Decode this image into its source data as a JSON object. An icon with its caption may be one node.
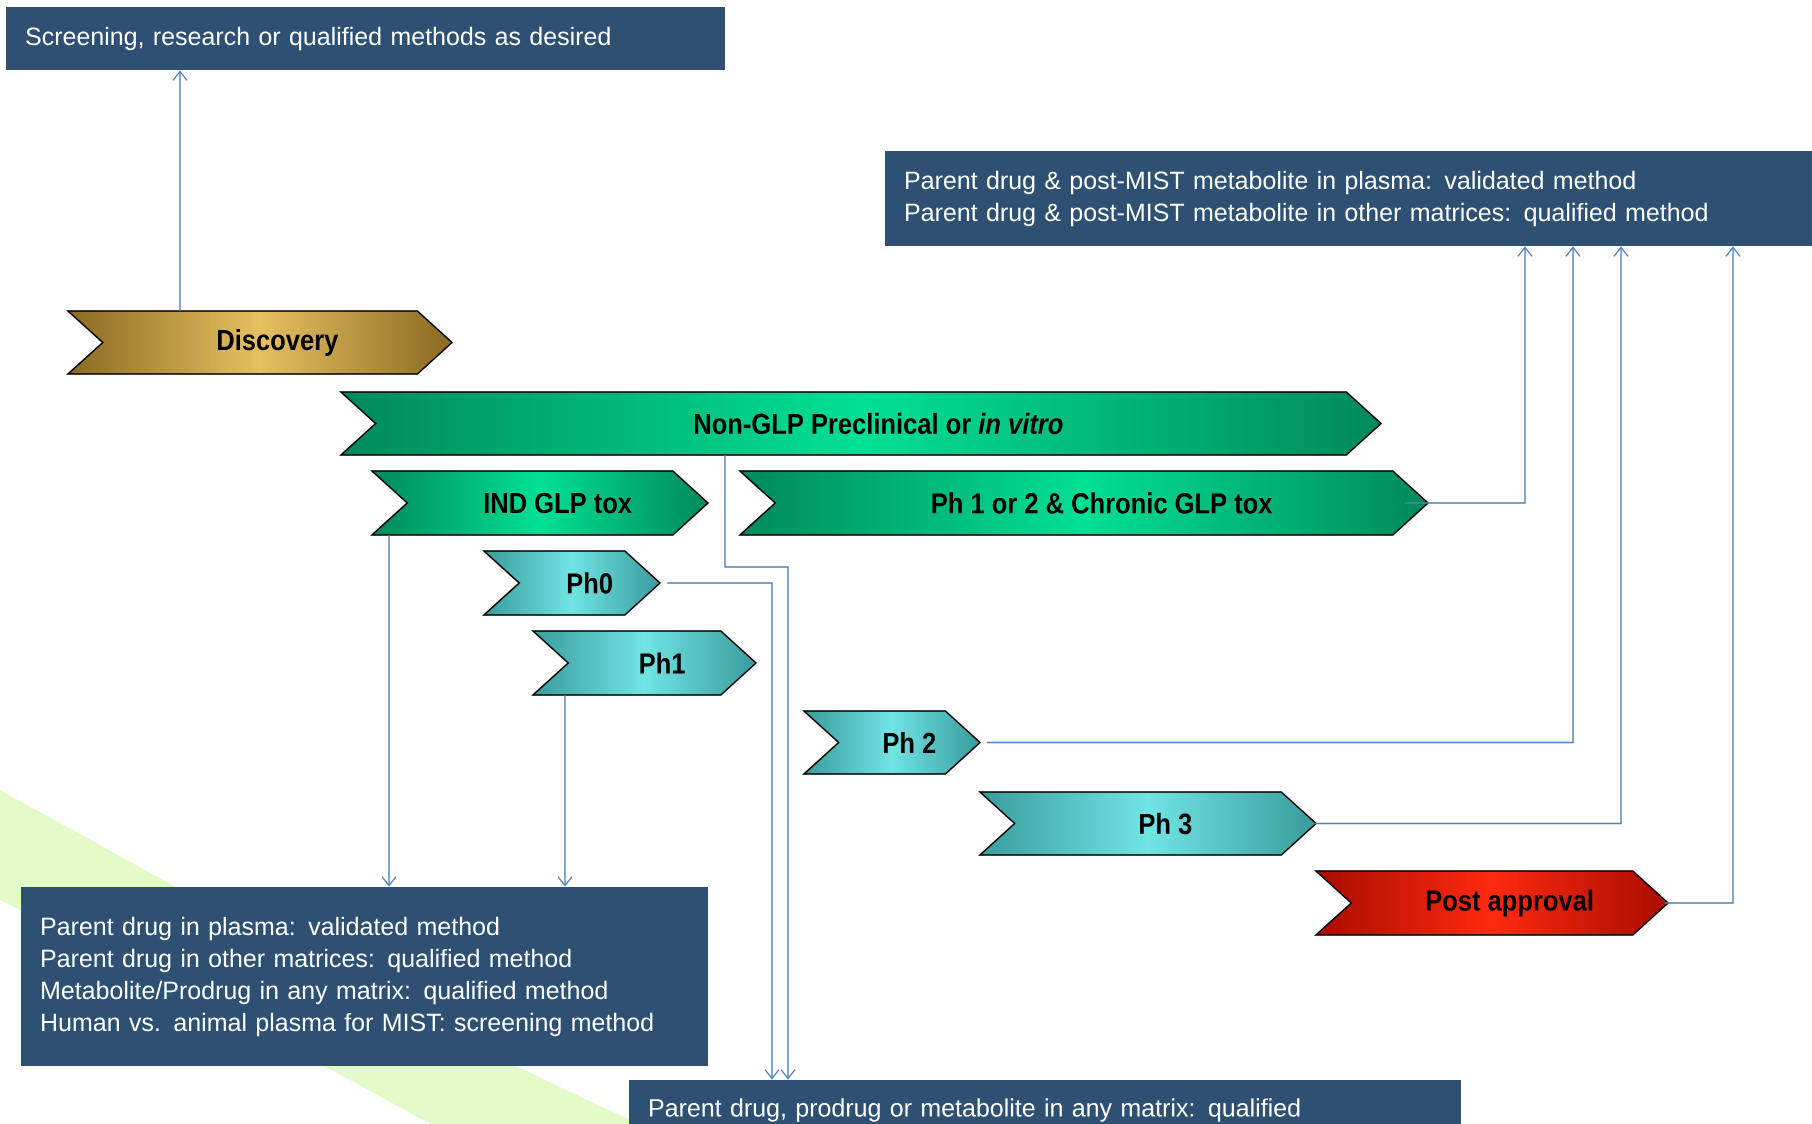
{
  "diagram": {
    "nodes": [
      {
        "text": [
          "Screening, research or qualified methods as desired"
        ]
      },
      {
        "text": [
          "Parent drug & post-MIST metabolite in plasma: validated method",
          "Parent drug & post-MIST metabolite in other matrices: qualified method"
        ]
      },
      {
        "text": [
          "Discovery"
        ]
      },
      {
        "text": [
          "Non-GLP Preclinical or *in vitro*"
        ]
      },
      {
        "text": [
          "IND GLP tox"
        ]
      },
      {
        "text": [
          "Ph 1 or 2 & Chronic GLP tox"
        ]
      },
      {
        "text": [
          "Ph0"
        ]
      },
      {
        "text": [
          "Ph1"
        ]
      },
      {
        "text": [
          "Ph 2"
        ]
      },
      {
        "text": [
          "Ph 3"
        ]
      },
      {
        "text": [
          "Post approval"
        ]
      },
      {
        "text": [
          "Parent drug in plasma: validated method",
          "Parent drug in other matrices: qualified method",
          "Metabolite/Prodrug in any matrix: qualified method",
          "Human vs. animal plasma for MIST: screening method"
        ]
      },
      {
        "text": [
          "Parent drug, prodrug or metabolite in any matrix: qualified"
        ]
      }
    ],
    "edges": [
      {
        "from": 2,
        "to": 0,
        "arrow": "to"
      },
      {
        "from": 4,
        "to": 11,
        "arrow": "to"
      },
      {
        "from": 7,
        "to": 11,
        "arrow": "to"
      },
      {
        "from": 3,
        "to": 12,
        "arrow": "to"
      },
      {
        "from": 6,
        "to": 12,
        "arrow": "to"
      },
      {
        "from": 5,
        "to": 1,
        "arrow": "to"
      },
      {
        "from": 8,
        "to": 1,
        "arrow": "to"
      },
      {
        "from": 9,
        "to": 1,
        "arrow": "to"
      },
      {
        "from": 10,
        "to": 1,
        "arrow": "to"
      }
    ]
  }
}
